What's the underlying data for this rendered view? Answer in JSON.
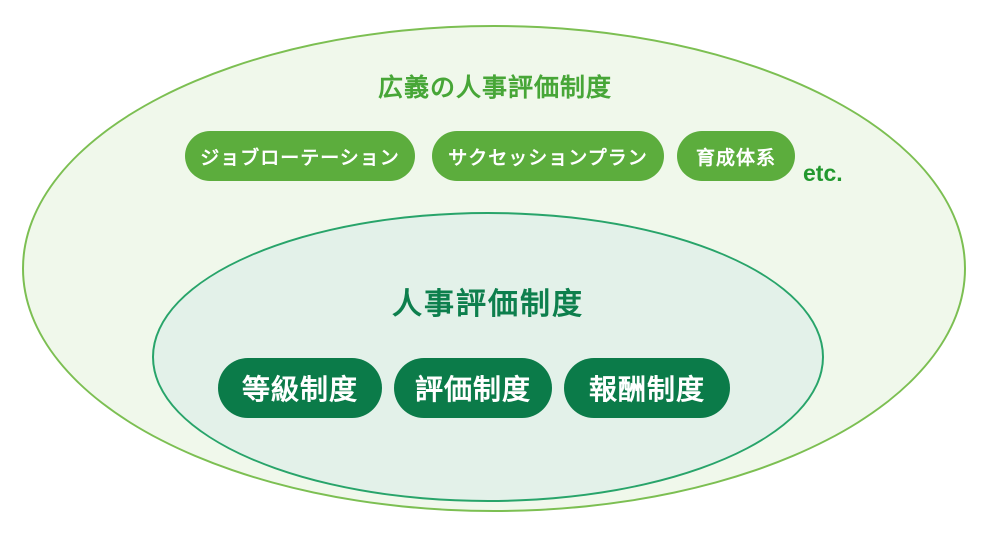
{
  "colors": {
    "outer-fill": "#f0f8eb",
    "outer-border": "#7cbf52",
    "inner-fill": "#e3f1e9",
    "inner-border": "#28a46a",
    "pill-green": "#5cad3d",
    "box-dark-green": "#0b7b49",
    "outer-title": "#47a637",
    "inner-title": "#0d7f4d",
    "etc-text": "#22982e",
    "pill-text": "#ffffff"
  },
  "diagram": {
    "outer": {
      "title": "広義の人事評価制度",
      "items": [
        {
          "label": "ジョブローテーション"
        },
        {
          "label": "サクセッションプラン"
        },
        {
          "label": "育成体系"
        }
      ],
      "etc_label": "etc."
    },
    "inner": {
      "title": "人事評価制度",
      "items": [
        {
          "label": "等級制度"
        },
        {
          "label": "評価制度"
        },
        {
          "label": "報酬制度"
        }
      ]
    }
  }
}
